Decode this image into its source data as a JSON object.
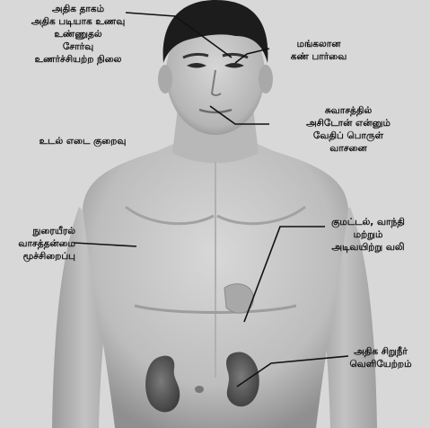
{
  "labels": {
    "thirst_block": [
      "அதிக தாகம்",
      "அதிக படியாக உணவு",
      "உண்ணுதல்",
      "சோர்வு",
      "உணர்ச்சியற்ற நிலை"
    ],
    "blurred_vision": [
      "மங்கலான",
      "கண் பார்வை"
    ],
    "breath_acetone": [
      "சுவாசத்தில்",
      "அசிடோன் என்னும்",
      "வேதிப் பொருள்",
      "வாசனை"
    ],
    "weight_loss": [
      "உடல் எடை குறைவு"
    ],
    "lungs_block": [
      "நுரையீரல்",
      "வாசத்தன்மை",
      "மூச்சிறைப்பு"
    ],
    "nausea_block": [
      "குமட்டல், வாந்தி",
      "மற்றும்",
      "அடிவயிற்று வலி"
    ],
    "urination_block": [
      "அதிக சிறுநீர்",
      "வெளியேற்றம்"
    ]
  },
  "colors": {
    "background": "#d8d8d8",
    "skin_light": "#d4d4d4",
    "skin_mid": "#b9b9b9",
    "skin_dark": "#8a8a8a",
    "hair": "#1c1c1c",
    "kidney": "#5a5a5a",
    "leader_line": "#111111",
    "text": "#111111"
  }
}
